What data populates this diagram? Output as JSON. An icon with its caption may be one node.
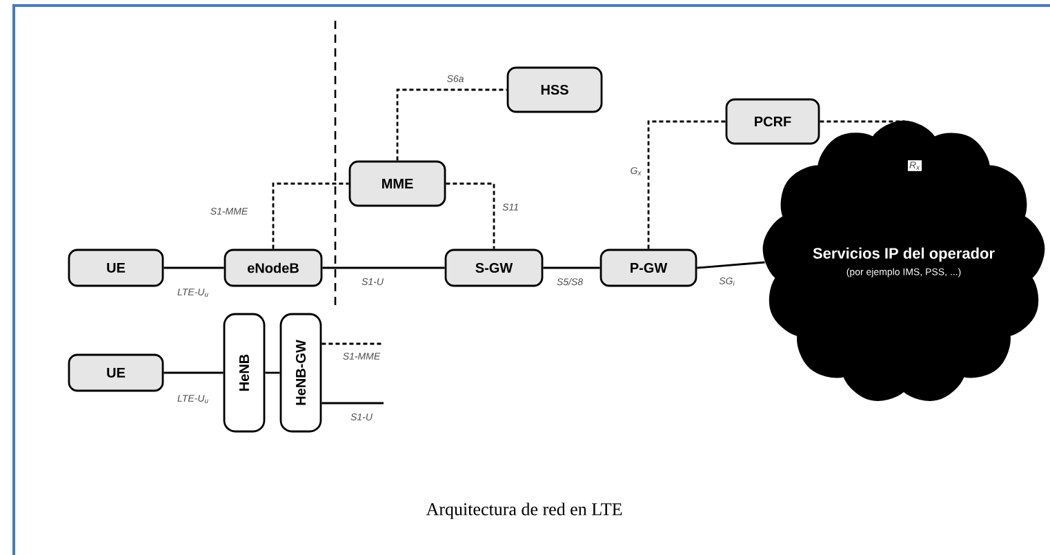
{
  "diagram": {
    "caption": "Arquitectura de red en LTE",
    "nodes": [
      {
        "text": [
          "UE"
        ]
      },
      {
        "text": [
          "eNodeB"
        ]
      },
      {
        "text": [
          "MME"
        ]
      },
      {
        "text": [
          "HSS"
        ]
      },
      {
        "text": [
          "S-GW"
        ]
      },
      {
        "text": [
          "P-GW"
        ]
      },
      {
        "text": [
          "PCRF"
        ]
      },
      {
        "text": [
          "Servicios IP del operador",
          "(por ejemplo IMS, PSS, ...)"
        ]
      },
      {
        "text": [
          "UE"
        ]
      },
      {
        "text": [
          "HeNB"
        ]
      },
      {
        "text": [
          "HeNB-GW"
        ]
      }
    ],
    "edges": [
      {
        "from": 0,
        "to": 1,
        "arrow": "none",
        "label": "LTE-U$_{u}$"
      },
      {
        "from": 1,
        "to": 2,
        "arrow": "none",
        "label": "S1-MME",
        "style": "dashed"
      },
      {
        "from": 1,
        "to": 4,
        "arrow": "none",
        "label": "S1-U"
      },
      {
        "from": 2,
        "to": 3,
        "arrow": "none",
        "label": "S6a",
        "style": "dashed"
      },
      {
        "from": 2,
        "to": 4,
        "arrow": "none",
        "label": "S11",
        "style": "dashed"
      },
      {
        "from": 4,
        "to": 5,
        "arrow": "none",
        "label": "S5/S8"
      },
      {
        "from": 5,
        "to": 6,
        "arrow": "none",
        "label": "G$_{x}$",
        "style": "dashed"
      },
      {
        "from": 6,
        "to": 7,
        "arrow": "none",
        "label": "R$_{x}$",
        "style": "dashed"
      },
      {
        "from": 5,
        "to": 7,
        "arrow": "none",
        "label": "SG$_{i}$"
      },
      {
        "from": 8,
        "to": 9,
        "arrow": "none",
        "label": "LTE-U$_{u}$"
      },
      {
        "from": 9,
        "to": 10,
        "arrow": "none"
      },
      {
        "from": 10,
        "to": null,
        "arrow": "none",
        "label": "S1-MME",
        "style": "dashed"
      },
      {
        "from": 10,
        "to": null,
        "arrow": "none",
        "label": "S1-U"
      }
    ]
  }
}
